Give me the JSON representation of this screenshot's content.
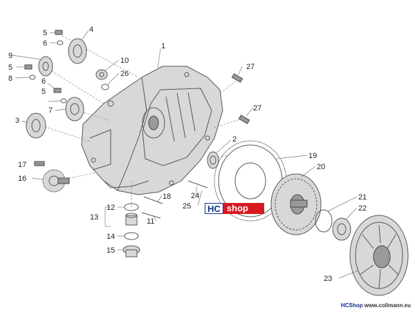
{
  "diagram": {
    "callouts": [
      {
        "id": "1",
        "label": "1"
      },
      {
        "id": "2",
        "label": "2"
      },
      {
        "id": "3",
        "label": "3"
      },
      {
        "id": "4",
        "label": "4"
      },
      {
        "id": "5a",
        "label": "5"
      },
      {
        "id": "5b",
        "label": "5"
      },
      {
        "id": "5c",
        "label": "5"
      },
      {
        "id": "6a",
        "label": "6"
      },
      {
        "id": "6b",
        "label": "6"
      },
      {
        "id": "7",
        "label": "7"
      },
      {
        "id": "8",
        "label": "8"
      },
      {
        "id": "9",
        "label": "9"
      },
      {
        "id": "10",
        "label": "10"
      },
      {
        "id": "11",
        "label": "11"
      },
      {
        "id": "12",
        "label": "12"
      },
      {
        "id": "13",
        "label": "13"
      },
      {
        "id": "14",
        "label": "14"
      },
      {
        "id": "15",
        "label": "15"
      },
      {
        "id": "16",
        "label": "16"
      },
      {
        "id": "17",
        "label": "17"
      },
      {
        "id": "18",
        "label": "18"
      },
      {
        "id": "19",
        "label": "19"
      },
      {
        "id": "20",
        "label": "20"
      },
      {
        "id": "21",
        "label": "21"
      },
      {
        "id": "22",
        "label": "22"
      },
      {
        "id": "23",
        "label": "23"
      },
      {
        "id": "24",
        "label": "24"
      },
      {
        "id": "25",
        "label": "25"
      },
      {
        "id": "26",
        "label": "26"
      },
      {
        "id": "27a",
        "label": "27"
      },
      {
        "id": "27b",
        "label": "27"
      }
    ]
  },
  "logo": {
    "hc": "HC",
    "shop": "shop"
  },
  "footer": {
    "brand": "HCShop",
    "site": "www.collmann.eu"
  }
}
